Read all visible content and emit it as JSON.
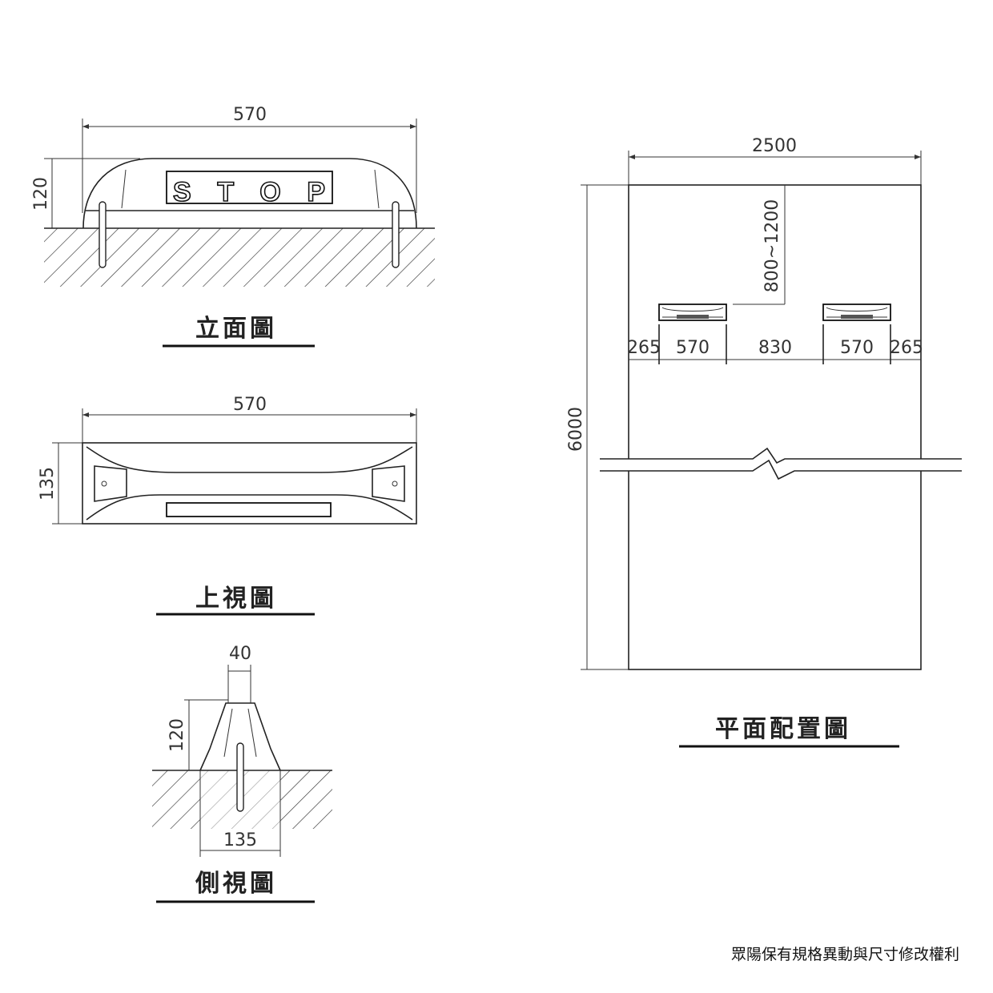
{
  "elevation": {
    "title": "立面圖",
    "width_dim": "570",
    "height_dim": "120",
    "sign_text": "STOP"
  },
  "top_view": {
    "title": "上視圖",
    "width_dim": "570",
    "depth_dim": "135"
  },
  "side_view": {
    "title": "側視圖",
    "top_dim": "40",
    "height_dim": "120",
    "base_dim": "135"
  },
  "plan": {
    "title": "平面配置圖",
    "width_dim": "2500",
    "length_dim": "6000",
    "offset_dim": "800~1200",
    "row_dims": [
      "265",
      "570",
      "830",
      "570",
      "265"
    ]
  },
  "footer": {
    "note": "眾陽保有規格異動與尺寸修改權利"
  }
}
